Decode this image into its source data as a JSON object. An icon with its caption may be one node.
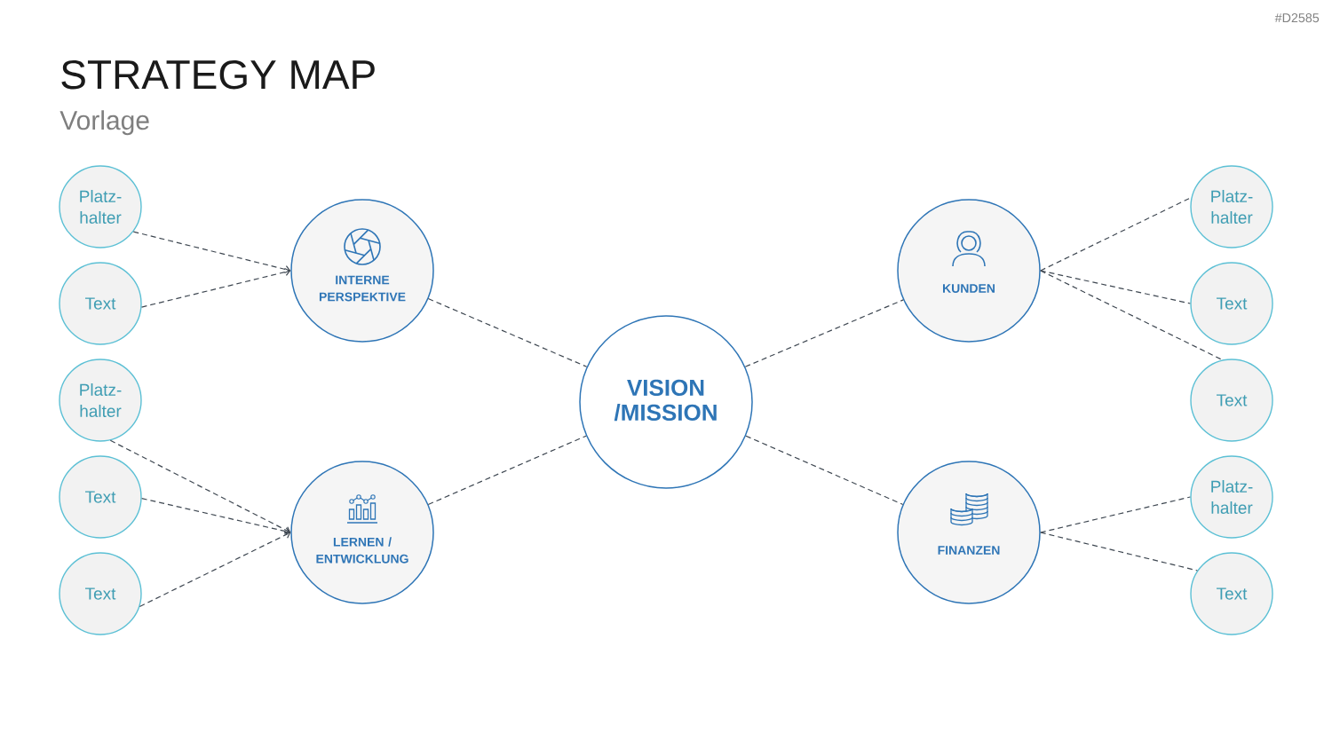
{
  "diagram": {
    "title": "STRATEGY MAP",
    "nodes": [
      {
        "text": [
          "Platz- halter"
        ]
      },
      {
        "text": [
          "Text"
        ]
      },
      {
        "text": [
          "INTERNE PERSPEKTIVE"
        ]
      },
      {
        "text": [
          "Platz- halter"
        ]
      },
      {
        "text": [
          "Text"
        ]
      },
      {
        "text": [
          "Text"
        ]
      },
      {
        "text": [
          "LERNEN / ENTWICKLUNG"
        ]
      },
      {
        "text": [
          "VISION /MISSION"
        ]
      },
      {
        "text": [
          "KUNDEN"
        ]
      },
      {
        "text": [
          "FINANZEN"
        ]
      },
      {
        "text": [
          "Platz- halter"
        ]
      },
      {
        "text": [
          "Text"
        ]
      },
      {
        "text": [
          "Text"
        ]
      },
      {
        "text": [
          "Platz- halter"
        ]
      },
      {
        "text": [
          "Text"
        ]
      }
    ],
    "edges": [
      {
        "from": 0,
        "to": 2,
        "arrow": "to",
        "style": "dashed"
      },
      {
        "from": 1,
        "to": 2,
        "arrow": "to",
        "style": "dashed"
      },
      {
        "from": 3,
        "to": 6,
        "arrow": "to",
        "style": "dashed"
      },
      {
        "from": 4,
        "to": 6,
        "arrow": "to",
        "style": "dashed"
      },
      {
        "from": 5,
        "to": 6,
        "arrow": "to",
        "style": "dashed"
      },
      {
        "from": 2,
        "to": 7,
        "arrow": "none",
        "style": "dashed"
      },
      {
        "from": 6,
        "to": 7,
        "arrow": "none",
        "style": "dashed"
      },
      {
        "from": 7,
        "to": 8,
        "arrow": "none",
        "style": "dashed"
      },
      {
        "from": 7,
        "to": 9,
        "arrow": "none",
        "style": "dashed"
      },
      {
        "from": 8,
        "to": 10,
        "arrow": "none",
        "style": "dashed"
      },
      {
        "from": 8,
        "to": 11,
        "arrow": "none",
        "style": "dashed"
      },
      {
        "from": 8,
        "to": 12,
        "arrow": "none",
        "style": "dashed"
      },
      {
        "from": 9,
        "to": 13,
        "arrow": "none",
        "style": "dashed"
      },
      {
        "from": 9,
        "to": 14,
        "arrow": "none",
        "style": "dashed"
      }
    ],
    "labels": [
      "#D2585",
      "Vorlage"
    ]
  }
}
